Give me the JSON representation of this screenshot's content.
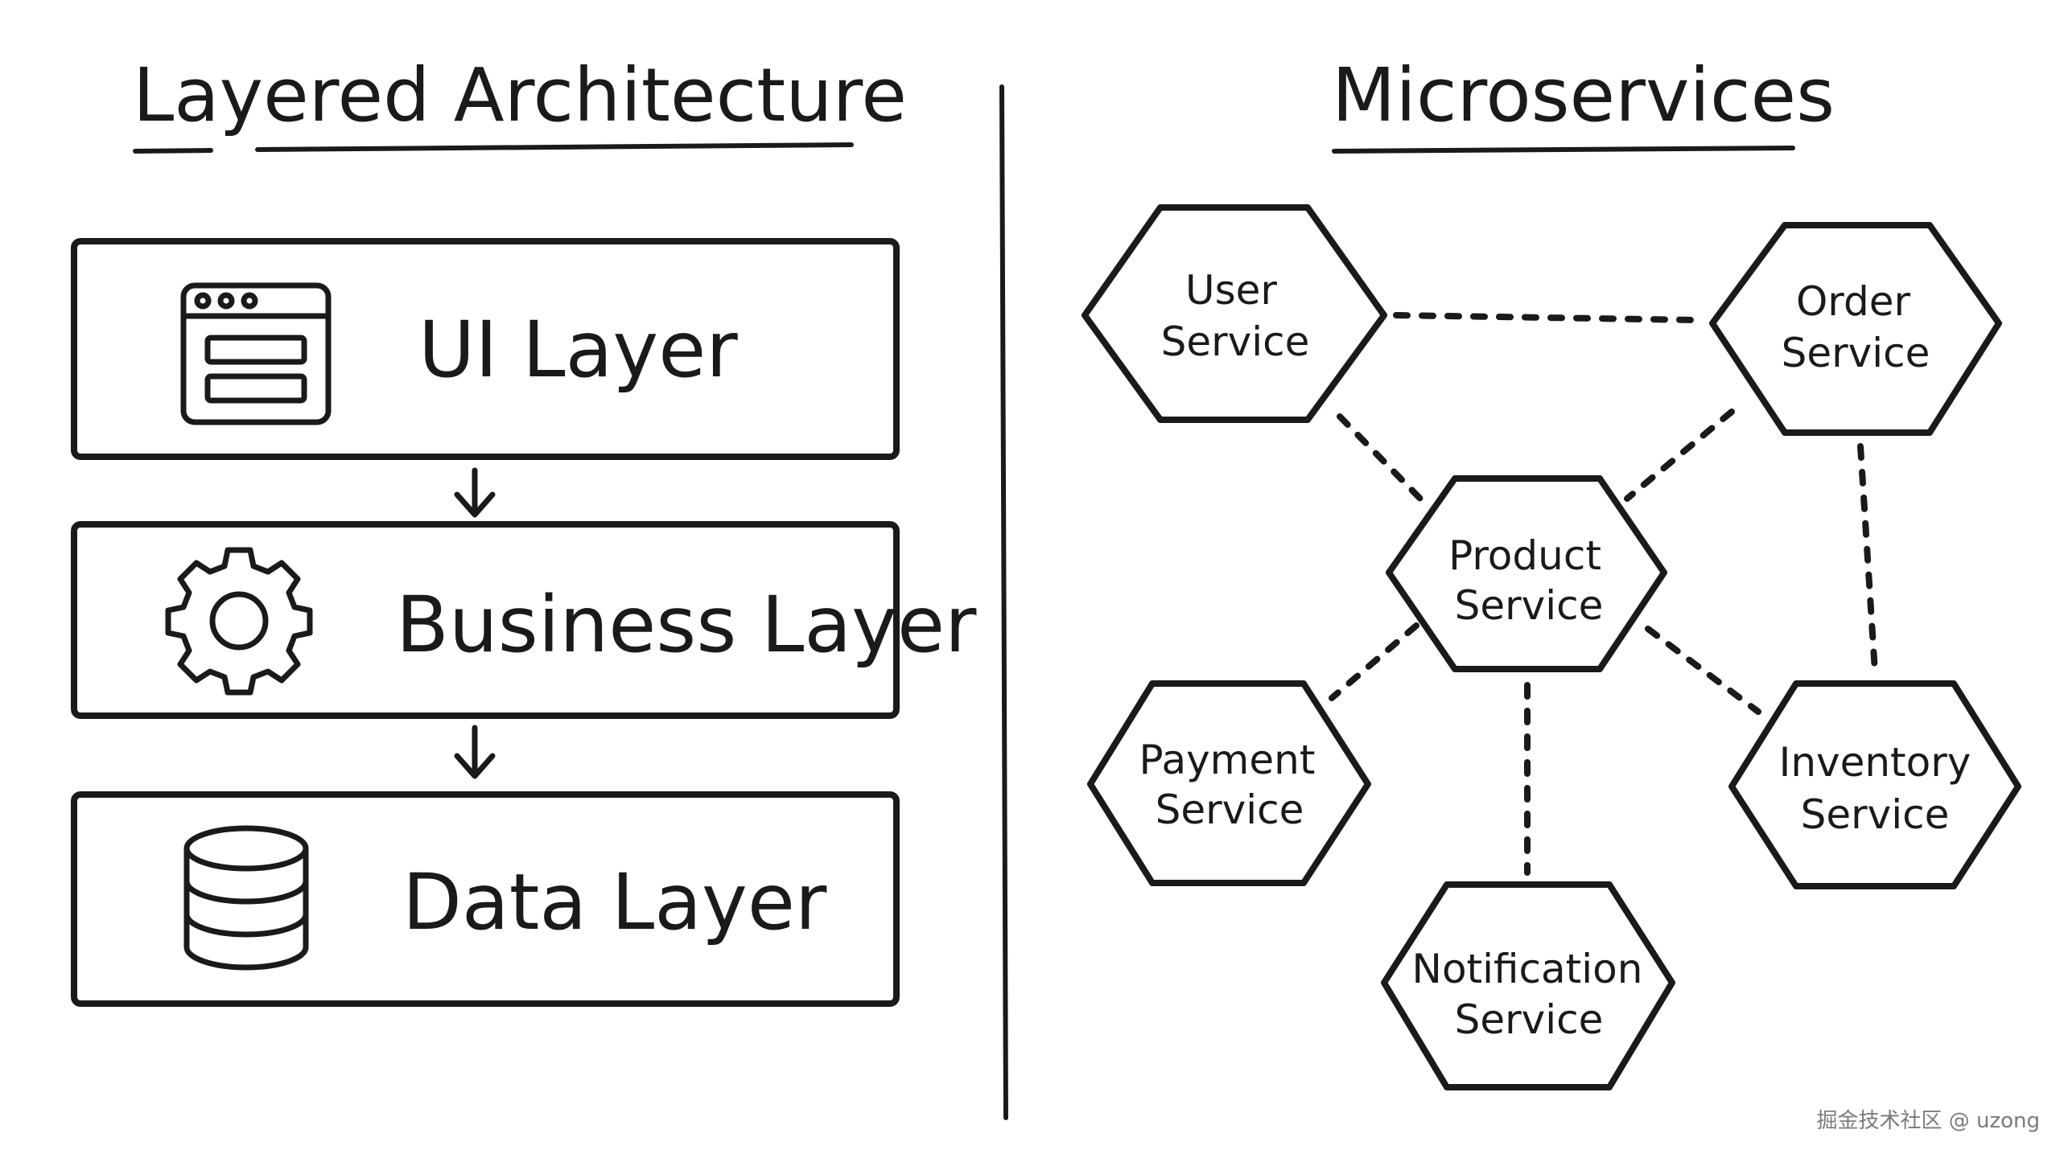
{
  "left_panel": {
    "title": "Layered Architecture",
    "layers": [
      {
        "label": "UI Layer",
        "icon": "browser-window-icon",
        "fill": "#dde9f7"
      },
      {
        "label": "Business Layer",
        "icon": "gear-icon",
        "fill": "#e0f3df"
      },
      {
        "label": "Data Layer",
        "icon": "database-icon",
        "fill": "#e6e0f3"
      }
    ]
  },
  "right_panel": {
    "title": "Microservices",
    "services": {
      "user": {
        "line1": "User",
        "line2": "Service",
        "fill": "#fbf7d9"
      },
      "order": {
        "line1": "Order",
        "line2": "Service",
        "fill": "#dfeaf6"
      },
      "product": {
        "line1": "Product",
        "line2": "Service",
        "fill": "#e0f3df"
      },
      "payment": {
        "line1": "Payment",
        "line2": "Service",
        "fill": "#e8e2f4"
      },
      "inventory": {
        "line1": "Inventory",
        "line2": "Service",
        "fill": "#f7dde2"
      },
      "notification": {
        "line1": "Notification",
        "line2": "Service",
        "fill": "#fbe9d6"
      }
    }
  },
  "credit": "掘金技术社区 @ uzong"
}
